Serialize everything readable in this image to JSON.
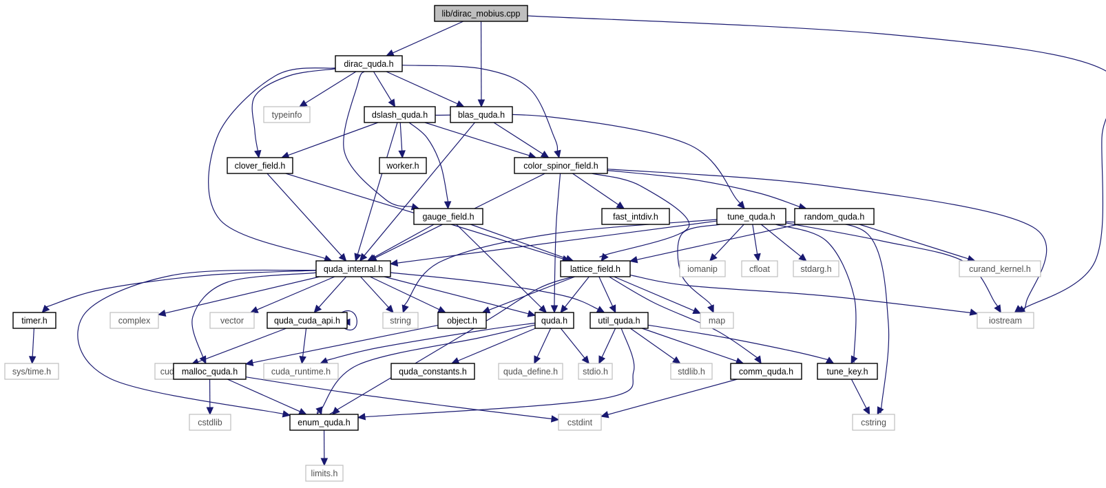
{
  "colors": {
    "edge": "#191970",
    "root_fill": "#bfbfbf",
    "internal_border": "#000000",
    "external_border": "#bfbfbf"
  },
  "nodes": [
    {
      "id": "root",
      "label": "lib/dirac_mobius.cpp",
      "kind": "root"
    },
    {
      "id": "dirac_quda",
      "label": "dirac_quda.h",
      "kind": "internal"
    },
    {
      "id": "typeinfo",
      "label": "typeinfo",
      "kind": "external"
    },
    {
      "id": "dslash_quda",
      "label": "dslash_quda.h",
      "kind": "internal"
    },
    {
      "id": "blas_quda",
      "label": "blas_quda.h",
      "kind": "internal"
    },
    {
      "id": "clover_field",
      "label": "clover_field.h",
      "kind": "internal"
    },
    {
      "id": "worker",
      "label": "worker.h",
      "kind": "internal"
    },
    {
      "id": "color_spinor_field",
      "label": "color_spinor_field.h",
      "kind": "internal"
    },
    {
      "id": "gauge_field",
      "label": "gauge_field.h",
      "kind": "internal"
    },
    {
      "id": "fast_intdiv",
      "label": "fast_intdiv.h",
      "kind": "internal"
    },
    {
      "id": "tune_quda",
      "label": "tune_quda.h",
      "kind": "internal"
    },
    {
      "id": "random_quda",
      "label": "random_quda.h",
      "kind": "internal"
    },
    {
      "id": "quda_internal",
      "label": "quda_internal.h",
      "kind": "internal"
    },
    {
      "id": "lattice_field",
      "label": "lattice_field.h",
      "kind": "internal"
    },
    {
      "id": "iomanip",
      "label": "iomanip",
      "kind": "external"
    },
    {
      "id": "cfloat",
      "label": "cfloat",
      "kind": "external"
    },
    {
      "id": "stdarg",
      "label": "stdarg.h",
      "kind": "external"
    },
    {
      "id": "curand_kernel",
      "label": "curand_kernel.h",
      "kind": "external"
    },
    {
      "id": "timer",
      "label": "timer.h",
      "kind": "internal"
    },
    {
      "id": "complex",
      "label": "complex",
      "kind": "external"
    },
    {
      "id": "vector",
      "label": "vector",
      "kind": "external"
    },
    {
      "id": "quda_cuda_api",
      "label": "quda_cuda_api.h",
      "kind": "internal"
    },
    {
      "id": "string",
      "label": "string",
      "kind": "external"
    },
    {
      "id": "object",
      "label": "object.h",
      "kind": "internal"
    },
    {
      "id": "quda",
      "label": "quda.h",
      "kind": "internal"
    },
    {
      "id": "util_quda",
      "label": "util_quda.h",
      "kind": "internal"
    },
    {
      "id": "map",
      "label": "map",
      "kind": "external"
    },
    {
      "id": "iostream",
      "label": "iostream",
      "kind": "external"
    },
    {
      "id": "systime",
      "label": "sys/time.h",
      "kind": "external"
    },
    {
      "id": "cuda",
      "label": "cuda.h",
      "kind": "external"
    },
    {
      "id": "malloc_quda",
      "label": "malloc_quda.h",
      "kind": "internal"
    },
    {
      "id": "cuda_runtime",
      "label": "cuda_runtime.h",
      "kind": "external"
    },
    {
      "id": "quda_constants",
      "label": "quda_constants.h",
      "kind": "internal"
    },
    {
      "id": "quda_define",
      "label": "quda_define.h",
      "kind": "external"
    },
    {
      "id": "stdio",
      "label": "stdio.h",
      "kind": "external"
    },
    {
      "id": "stdlib",
      "label": "stdlib.h",
      "kind": "external"
    },
    {
      "id": "comm_quda",
      "label": "comm_quda.h",
      "kind": "internal"
    },
    {
      "id": "tune_key",
      "label": "tune_key.h",
      "kind": "internal"
    },
    {
      "id": "cstdlib",
      "label": "cstdlib",
      "kind": "external"
    },
    {
      "id": "enum_quda",
      "label": "enum_quda.h",
      "kind": "internal"
    },
    {
      "id": "cstdint",
      "label": "cstdint",
      "kind": "external"
    },
    {
      "id": "cstring",
      "label": "cstring",
      "kind": "external"
    },
    {
      "id": "limits",
      "label": "limits.h",
      "kind": "external"
    }
  ],
  "edges": [
    [
      "root",
      "dirac_quda"
    ],
    [
      "root",
      "blas_quda"
    ],
    [
      "root",
      "iostream"
    ],
    [
      "dirac_quda",
      "typeinfo"
    ],
    [
      "dirac_quda",
      "dslash_quda"
    ],
    [
      "dirac_quda",
      "blas_quda"
    ],
    [
      "dirac_quda",
      "clover_field"
    ],
    [
      "dirac_quda",
      "color_spinor_field"
    ],
    [
      "dirac_quda",
      "gauge_field"
    ],
    [
      "dirac_quda",
      "quda_internal"
    ],
    [
      "dslash_quda",
      "clover_field"
    ],
    [
      "dslash_quda",
      "worker"
    ],
    [
      "dslash_quda",
      "color_spinor_field"
    ],
    [
      "dslash_quda",
      "gauge_field"
    ],
    [
      "dslash_quda",
      "tune_quda"
    ],
    [
      "dslash_quda",
      "quda_internal"
    ],
    [
      "blas_quda",
      "color_spinor_field"
    ],
    [
      "blas_quda",
      "quda_internal"
    ],
    [
      "clover_field",
      "quda_internal"
    ],
    [
      "clover_field",
      "lattice_field"
    ],
    [
      "color_spinor_field",
      "fast_intdiv"
    ],
    [
      "color_spinor_field",
      "random_quda"
    ],
    [
      "color_spinor_field",
      "quda_internal"
    ],
    [
      "color_spinor_field",
      "lattice_field"
    ],
    [
      "color_spinor_field",
      "quda"
    ],
    [
      "color_spinor_field",
      "iostream"
    ],
    [
      "gauge_field",
      "quda_internal"
    ],
    [
      "gauge_field",
      "lattice_field"
    ],
    [
      "gauge_field",
      "quda"
    ],
    [
      "tune_quda",
      "quda_internal"
    ],
    [
      "tune_quda",
      "iomanip"
    ],
    [
      "tune_quda",
      "cfloat"
    ],
    [
      "tune_quda",
      "stdarg"
    ],
    [
      "tune_quda",
      "map"
    ],
    [
      "tune_quda",
      "string"
    ],
    [
      "tune_quda",
      "iostream"
    ],
    [
      "tune_quda",
      "tune_key"
    ],
    [
      "tune_quda",
      "cstring"
    ],
    [
      "random_quda",
      "lattice_field"
    ],
    [
      "random_quda",
      "curand_kernel"
    ],
    [
      "quda_internal",
      "timer"
    ],
    [
      "quda_internal",
      "complex"
    ],
    [
      "quda_internal",
      "vector"
    ],
    [
      "quda_internal",
      "quda_cuda_api"
    ],
    [
      "quda_internal",
      "string"
    ],
    [
      "quda_internal",
      "object"
    ],
    [
      "quda_internal",
      "quda"
    ],
    [
      "quda_internal",
      "util_quda"
    ],
    [
      "quda_internal",
      "malloc_quda"
    ],
    [
      "quda_internal",
      "enum_quda"
    ],
    [
      "lattice_field",
      "object"
    ],
    [
      "lattice_field",
      "quda"
    ],
    [
      "lattice_field",
      "util_quda"
    ],
    [
      "lattice_field",
      "map"
    ],
    [
      "lattice_field",
      "iostream"
    ],
    [
      "lattice_field",
      "comm_quda"
    ],
    [
      "lattice_field",
      "enum_quda"
    ],
    [
      "timer",
      "systime"
    ],
    [
      "quda_cuda_api",
      "quda_cuda_api"
    ],
    [
      "quda_cuda_api",
      "cuda"
    ],
    [
      "quda_cuda_api",
      "cuda_runtime"
    ],
    [
      "object",
      "malloc_quda"
    ],
    [
      "quda",
      "quda_constants"
    ],
    [
      "quda",
      "quda_define"
    ],
    [
      "quda",
      "stdio"
    ],
    [
      "quda",
      "cuda_runtime"
    ],
    [
      "quda",
      "enum_quda"
    ],
    [
      "util_quda",
      "stdio"
    ],
    [
      "util_quda",
      "stdlib"
    ],
    [
      "util_quda",
      "comm_quda"
    ],
    [
      "util_quda",
      "tune_key"
    ],
    [
      "util_quda",
      "enum_quda"
    ],
    [
      "malloc_quda",
      "cstdlib"
    ],
    [
      "malloc_quda",
      "enum_quda"
    ],
    [
      "malloc_quda",
      "cstdint"
    ],
    [
      "comm_quda",
      "cstdint"
    ],
    [
      "tune_key",
      "cstring"
    ],
    [
      "enum_quda",
      "limits"
    ]
  ]
}
